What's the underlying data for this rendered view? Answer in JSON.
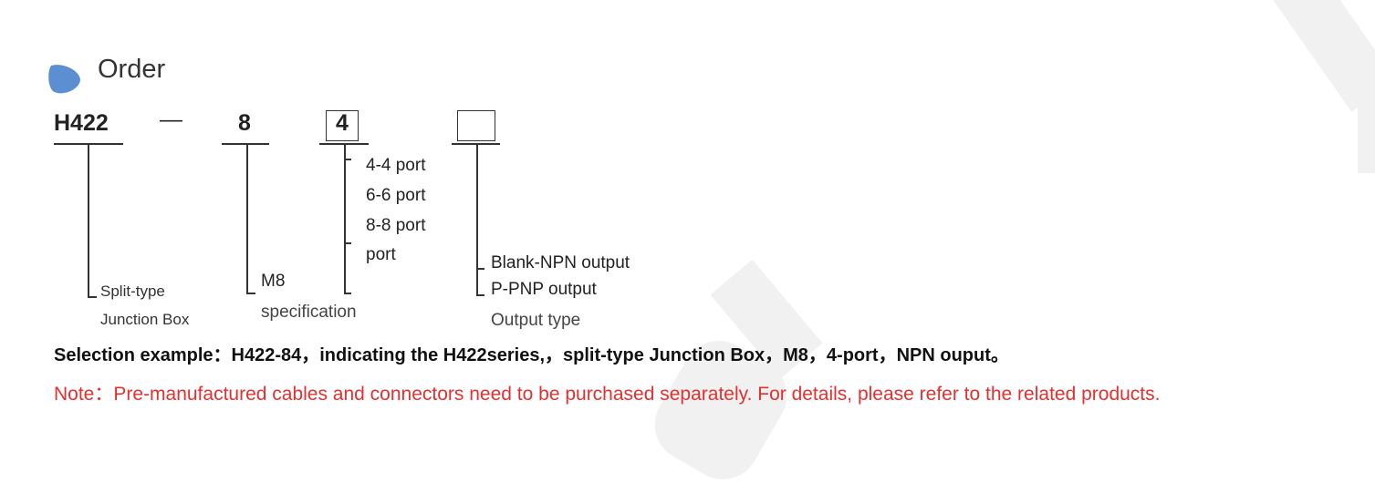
{
  "section": {
    "title": "Order"
  },
  "code": {
    "model": "H422",
    "dash": "—",
    "spec": "8",
    "ports": "4",
    "output": ""
  },
  "ports_options": [
    "4-4 port",
    "6-6 port",
    "8-8 port",
    "port"
  ],
  "labels": {
    "model_line1": "Split-type",
    "model_line2": "Junction Box",
    "spec_line1": "M8",
    "spec_line2": "specification",
    "output_options": [
      "Blank-NPN output",
      "P-PNP output"
    ],
    "output_title": "Output type"
  },
  "example": "Selection example：H422-84，indicating the H422series,，split-type Junction Box，M8，4-port，NPN ouput。",
  "note": "Note：Pre-manufactured cables and connectors need to be purchased separately. For details, please refer to the related products.",
  "colors": {
    "accent": "#5b8fd1",
    "note": "#e53030",
    "watermark": "#f1f1f1"
  }
}
